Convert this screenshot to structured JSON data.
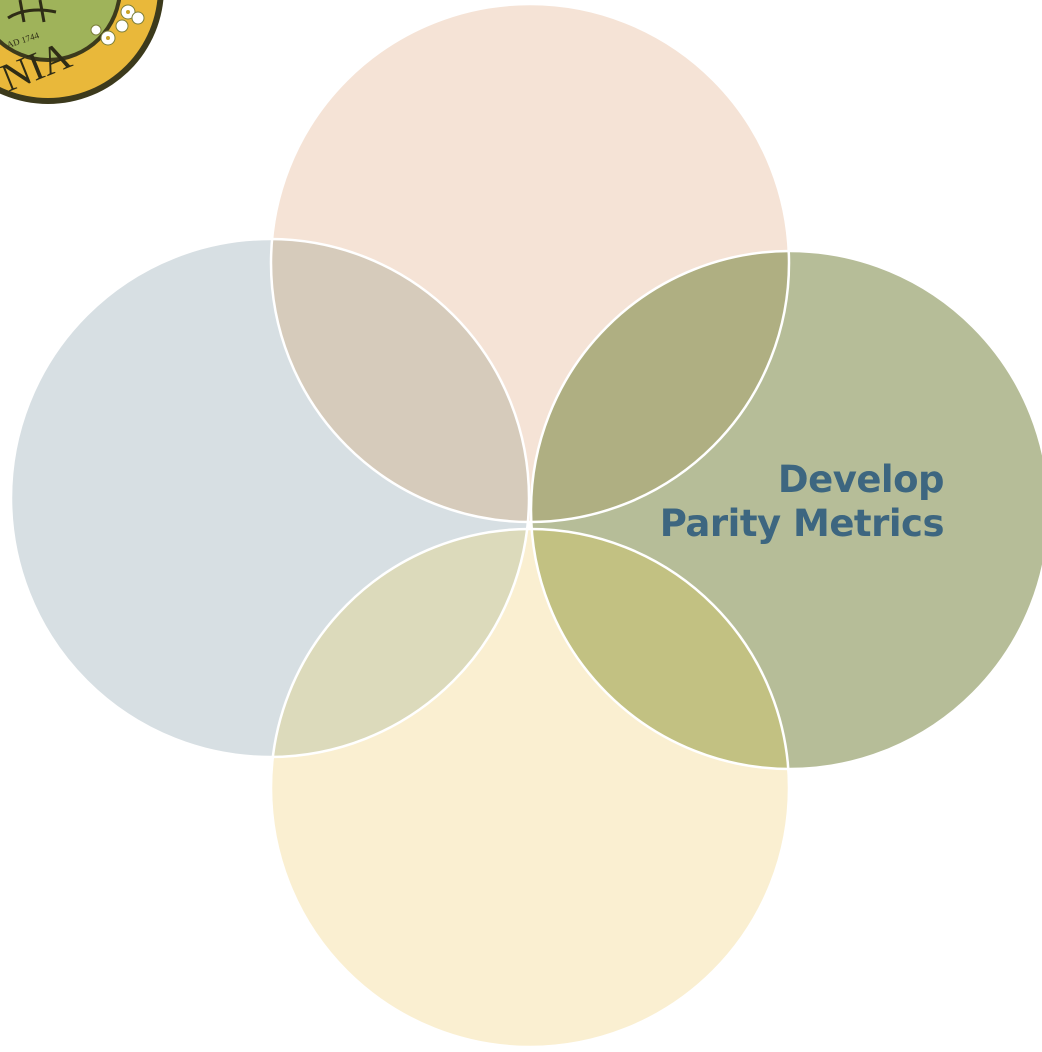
{
  "diagram": {
    "seal": {
      "text": "NIA",
      "ring_text": "AD 1744",
      "colors": {
        "ring": "#e9b83a",
        "rim": "#3c3a1c",
        "inner": "#9fb35a",
        "text": "#2e2c16"
      }
    },
    "circles": [
      {
        "id": "top",
        "fill": "#f5e3d6",
        "label": []
      },
      {
        "id": "left",
        "fill": "#d7dfe3",
        "label": []
      },
      {
        "id": "right",
        "fill": "#b6bd98",
        "label": [
          "Develop",
          "Parity Metrics"
        ]
      },
      {
        "id": "bottom",
        "fill": "#faefd1",
        "label": []
      }
    ],
    "overlaps": {
      "top_left": "#d6cbbb",
      "top_right": "#afaf82",
      "bottom_left": "#dcdabb",
      "bottom_right": "#c2c182"
    },
    "label_color": "#3d6680"
  }
}
